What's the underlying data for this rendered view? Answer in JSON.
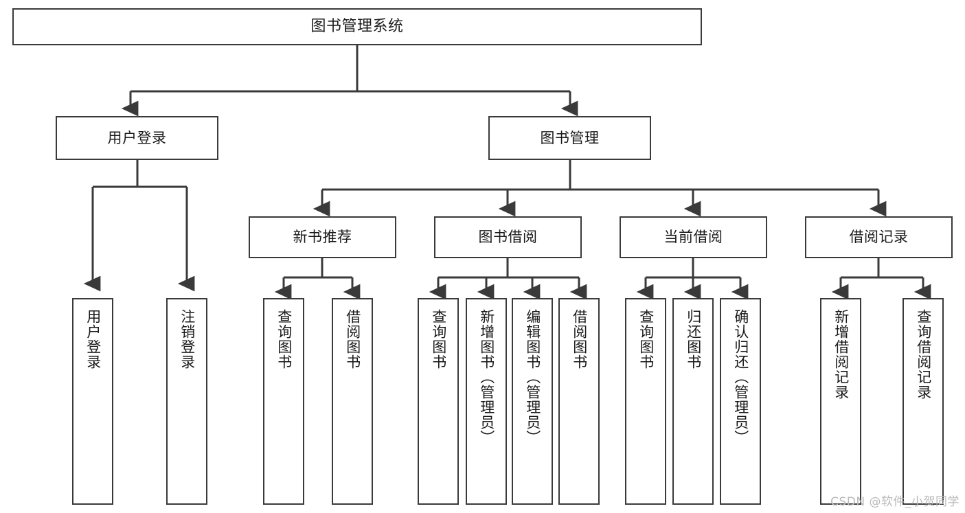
{
  "diagram": {
    "title": "图书管理系统",
    "type": "tree-hierarchy-chart",
    "root": {
      "id": "root",
      "label": "图书管理系统"
    },
    "level2": [
      {
        "id": "user-login",
        "label": "用户登录"
      },
      {
        "id": "book-manage",
        "label": "图书管理"
      }
    ],
    "level3": [
      {
        "id": "new-book-recommend",
        "label": "新书推荐",
        "parent": "book-manage"
      },
      {
        "id": "book-borrow",
        "label": "图书借阅",
        "parent": "book-manage"
      },
      {
        "id": "current-borrow",
        "label": "当前借阅",
        "parent": "book-manage"
      },
      {
        "id": "borrow-record",
        "label": "借阅记录",
        "parent": "book-manage"
      }
    ],
    "leaves": {
      "user_login": [
        {
          "id": "leaf-user-login",
          "label": "用户登录"
        },
        {
          "id": "leaf-logout",
          "label": "注销登录"
        }
      ],
      "new_book_recommend": [
        {
          "id": "leaf-query-book-1",
          "label": "查询图书"
        },
        {
          "id": "leaf-borrow-book-1",
          "label": "借阅图书"
        }
      ],
      "book_borrow": [
        {
          "id": "leaf-query-book-2",
          "label": "查询图书"
        },
        {
          "id": "leaf-add-book",
          "label": "新增图书（管理员）"
        },
        {
          "id": "leaf-edit-book",
          "label": "编辑图书（管理员）"
        },
        {
          "id": "leaf-borrow-book-2",
          "label": "借阅图书"
        }
      ],
      "current_borrow": [
        {
          "id": "leaf-query-book-3",
          "label": "查询图书"
        },
        {
          "id": "leaf-return-book",
          "label": "归还图书"
        },
        {
          "id": "leaf-confirm-return",
          "label": "确认归还（管理员）"
        }
      ],
      "borrow_record": [
        {
          "id": "leaf-add-record",
          "label": "新增借阅记录"
        },
        {
          "id": "leaf-query-record",
          "label": "查询借阅记录"
        }
      ]
    },
    "colors": {
      "border": "#3a3a3a",
      "fill": "#ffffff",
      "text": "#1a1a1a",
      "watermark": "#b9b9b9"
    }
  },
  "watermark": {
    "text": "CSDN @软件_小贺同学"
  }
}
